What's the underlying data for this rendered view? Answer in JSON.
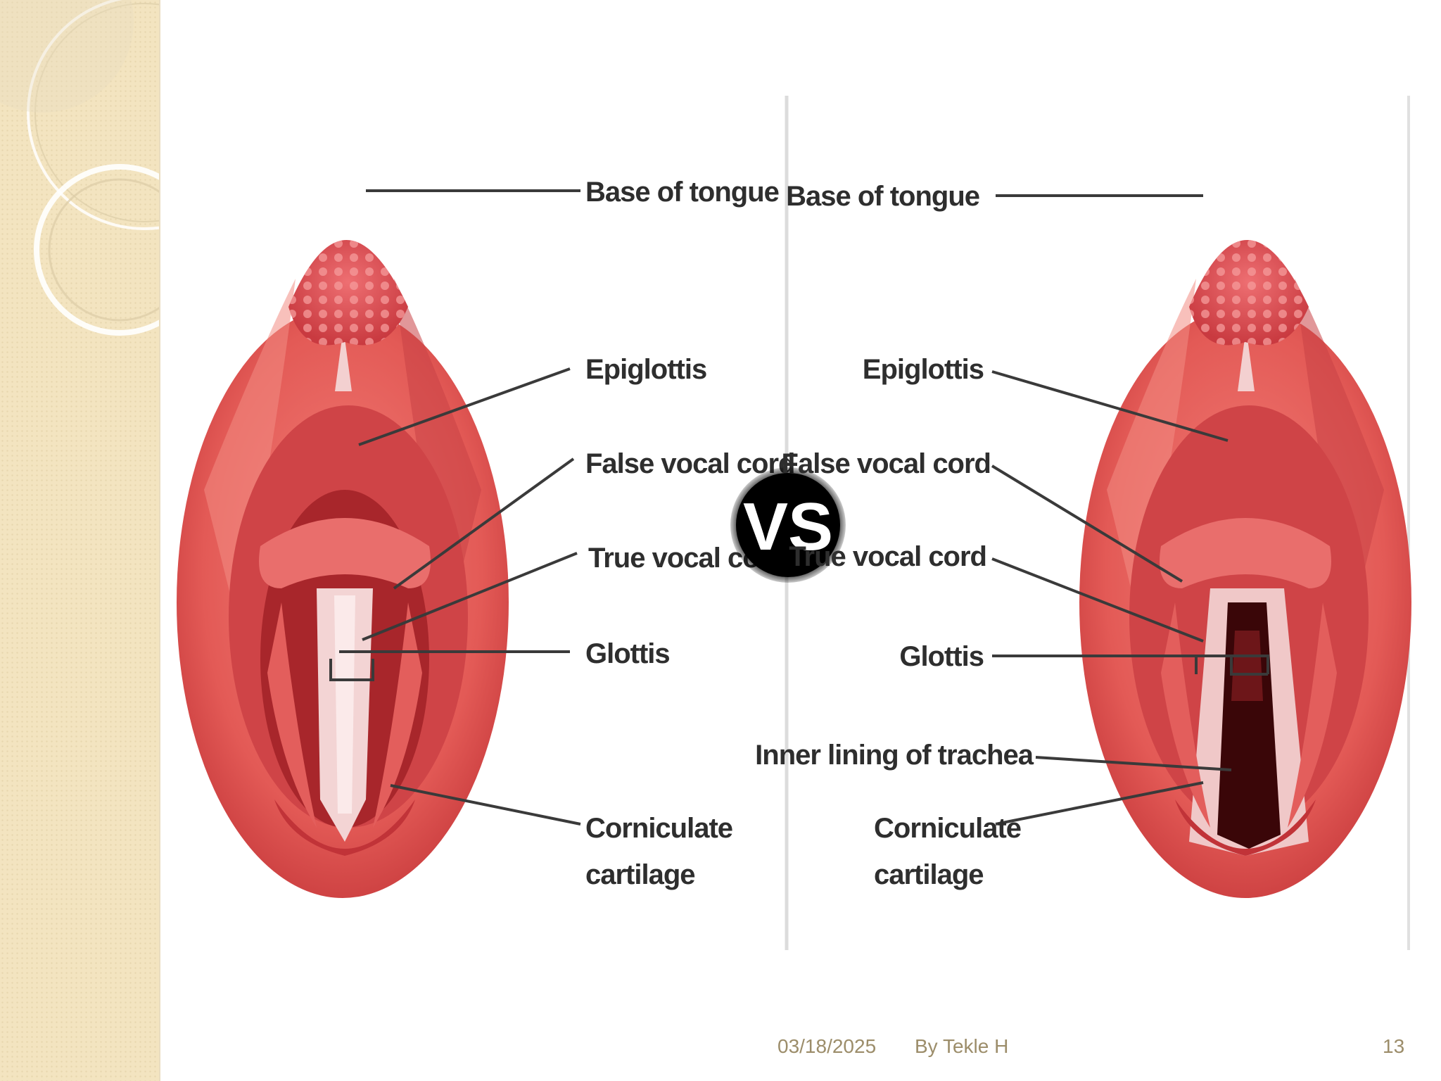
{
  "figure": {
    "left_labels": [
      "Base of tongue",
      "Epiglottis",
      "False vocal cord",
      "True vocal cord",
      "Glottis",
      "Corniculate",
      "cartilage"
    ],
    "right_labels": [
      "Base of tongue",
      "Epiglottis",
      "False vocal cord",
      "True vocal cord",
      "Glottis",
      "Inner lining of trachea",
      "Corniculate",
      "cartilage"
    ],
    "vs_label": "VS"
  },
  "footer": {
    "date": "03/18/2025",
    "author": "By Tekle H",
    "page_number": "13"
  },
  "colors": {
    "tissue": "#e8605c",
    "tissue_dark": "#b5262a",
    "tongue": "#d94a4e",
    "vocal_cord": "#f6dede",
    "trachea_dark": "#3a0608",
    "band": "#f3e4c0",
    "footer_text": "#9c8d6a"
  }
}
